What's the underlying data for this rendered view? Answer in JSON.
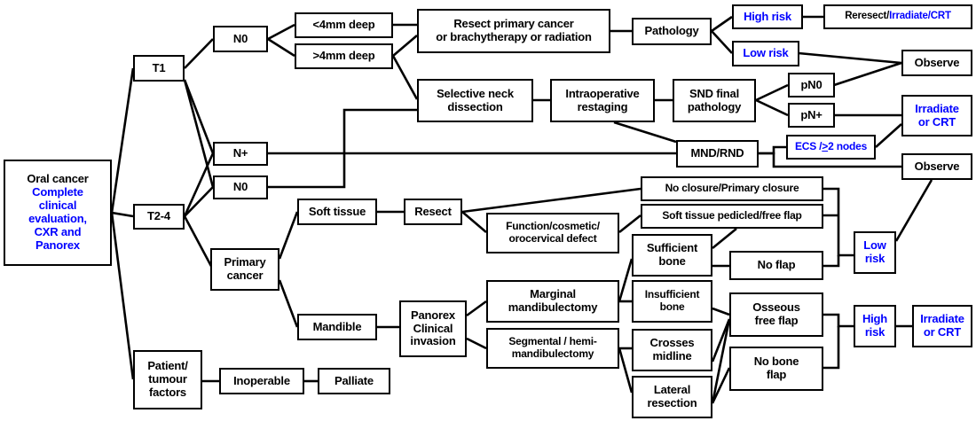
{
  "diagram": {
    "title": "Oral cancer management flowchart",
    "colors": {
      "black": "#000000",
      "blue": "#0000ff",
      "background": "#ffffff"
    }
  },
  "nodes": {
    "oral_cancer_line1": "Oral cancer",
    "oral_cancer_line2": "Complete",
    "oral_cancer_line3": "clinical",
    "oral_cancer_line4": "evaluation,",
    "oral_cancer_line5": "CXR and",
    "oral_cancer_line6": "Panorex",
    "t1": "T1",
    "t2_4": "T2-4",
    "n0_top": "N0",
    "lt4mm": "<4mm deep",
    "gt4mm": ">4mm deep",
    "resect_primary_line1": "Resect primary cancer",
    "resect_primary_line2": "or brachytherapy or radiation",
    "pathology": "Pathology",
    "high_risk_top": "High risk",
    "low_risk_top": "Low risk",
    "reresect_black": "Reresect/",
    "reresect_blue": "Irradiate/CRT",
    "observe_top": "Observe",
    "selective_neck_line1": "Selective neck",
    "selective_neck_line2": "dissection",
    "intraoperative_line1": "Intraoperative",
    "intraoperative_line2": "restaging",
    "snd_final_line1": "SND final",
    "snd_final_line2": "pathology",
    "pn0": "pN0",
    "pnplus": "pN+",
    "irradiate_crt_line1": "Irradiate",
    "irradiate_crt_line2": "or CRT",
    "n_plus": "N+",
    "n0_mid": "N0",
    "mnd_rnd": "MND/RND",
    "ecs_prefix": "ECS / ",
    "ecs_ge": ">",
    "ecs_suffix": "2 nodes",
    "observe_mid": "Observe",
    "soft_tissue": "Soft tissue",
    "resect": "Resect",
    "primary_cancer_line1": "Primary",
    "primary_cancer_line2": "cancer",
    "mandible": "Mandible",
    "panorex_line1": "Panorex",
    "panorex_line2": "Clinical",
    "panorex_line3": "invasion",
    "function_defect_line1": "Function/cosmetic/",
    "function_defect_line2": "orocervical defect",
    "marginal_line1": "Marginal",
    "marginal_line2": "mandibulectomy",
    "segmental_line1": "Segmental / hemi-",
    "segmental_line2": "mandibulectomy",
    "no_closure": "No closure/Primary closure",
    "soft_tissue_flap": "Soft tissue pedicled/free flap",
    "sufficient_bone_line1": "Sufficient",
    "sufficient_bone_line2": "bone",
    "insufficient_bone_line1": "Insufficient",
    "insufficient_bone_line2": "bone",
    "crosses_midline_line1": "Crosses",
    "crosses_midline_line2": "midline",
    "lateral_resection_line1": "Lateral",
    "lateral_resection_line2": "resection",
    "no_flap": "No flap",
    "osseous_free_flap_line1": "Osseous",
    "osseous_free_flap_line2": "free flap",
    "no_bone_flap_line1": "No bone",
    "no_bone_flap_line2": "flap",
    "low_risk_bottom_line1": "Low",
    "low_risk_bottom_line2": "risk",
    "high_risk_bottom_line1": "High",
    "high_risk_bottom_line2": "risk",
    "irradiate_crt2_line1": "Irradiate",
    "irradiate_crt2_line2": "or CRT",
    "patient_factors_line1": "Patient/",
    "patient_factors_line2": "tumour",
    "patient_factors_line3": "factors",
    "inoperable": "Inoperable",
    "palliate": "Palliate"
  }
}
